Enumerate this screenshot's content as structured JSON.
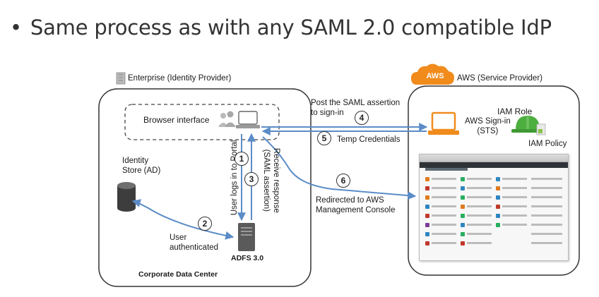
{
  "heading": "Same process as with any SAML 2.0 compatible IdP",
  "enterprise": {
    "title": "Enterprise (Identity Provider)",
    "browser_interface": "Browser interface",
    "identity_store": "Identity\nStore (AD)",
    "user_authenticated": "User\nauthenticated",
    "adfs": "ADFS 3.0",
    "corporate_dc": "Corporate Data Center",
    "user_logs_in": "User logs in to Portal",
    "receive_response": "Receive response\n(SAML assertion)"
  },
  "aws": {
    "badge": "AWS",
    "title": "AWS (Service Provider)",
    "sign_in": "AWS Sign-in\n(STS)",
    "iam_role": "IAM Role",
    "iam_policy": "IAM Policy"
  },
  "flows": {
    "post_assertion": "Post the SAML assertion\nto sign-in",
    "temp_credentials": "Temp Credentials",
    "redirected": "Redirected to AWS\nManagement Console"
  },
  "steps": [
    "1",
    "2",
    "3",
    "4",
    "5",
    "6"
  ],
  "colors": {
    "arrow": "#5b8cc7",
    "aws_orange": "#f08b1c",
    "iam_green": "#4caf3f"
  }
}
